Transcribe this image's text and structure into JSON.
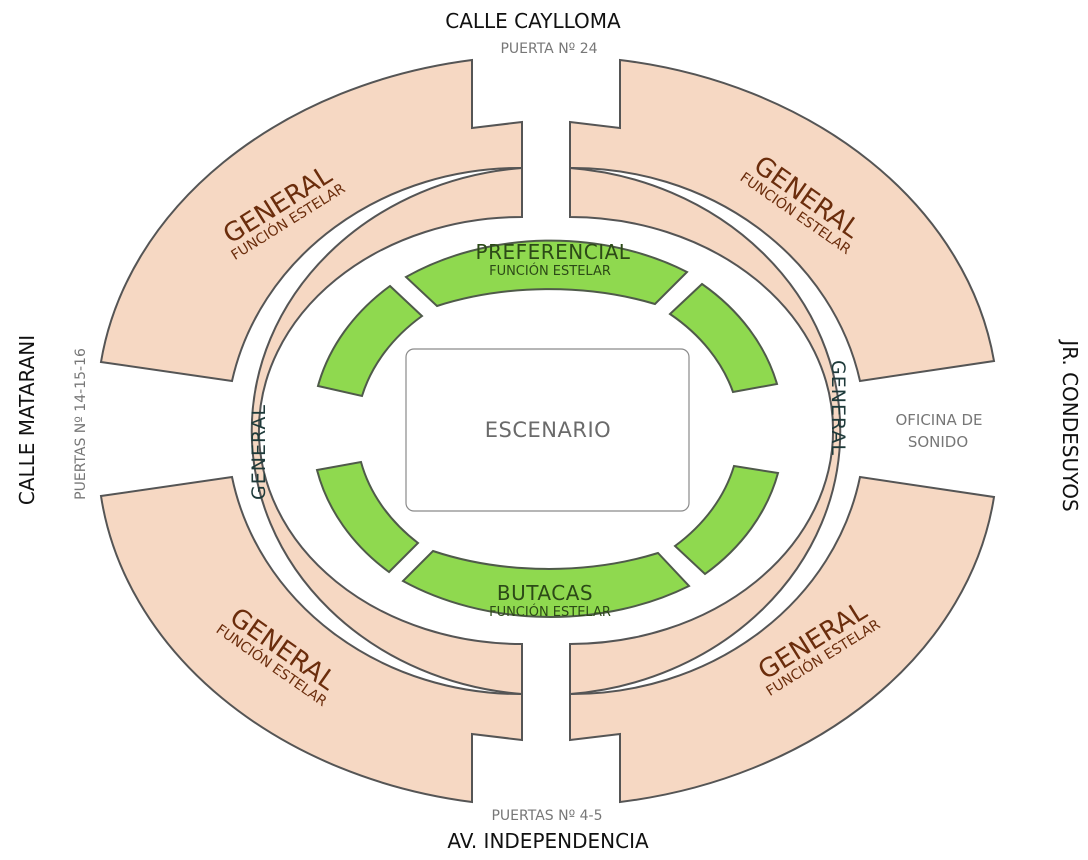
{
  "streets": {
    "top": "CALLE CAYLLOMA",
    "bottom": "AV. INDEPENDENCIA",
    "left": "CALLE MATARANI",
    "right": "JR. CONDESUYOS"
  },
  "gates": {
    "top": "PUERTA Nº 24",
    "bottom": "PUERTAS Nº 4-5",
    "left": "PUERTAS Nº 14-15-16"
  },
  "zones": {
    "outer": {
      "name": "GENERAL",
      "subtitle": "FUNCIÓN ESTELAR",
      "color": "#f6d8c3"
    },
    "ring": {
      "name": "GENERAL",
      "color": "#f6d8c3"
    },
    "preferencial": {
      "name": "PREFERENCIAL",
      "subtitle": "FUNCIÓN ESTELAR",
      "color": "#8fd94f"
    },
    "butacas": {
      "name": "BUTACAS",
      "subtitle": "FUNCIÓN ESTELAR",
      "color": "#8fd94f"
    }
  },
  "stage": {
    "label": "ESCENARIO"
  },
  "office": {
    "line1": "OFICINA DE",
    "line2": "SONIDO"
  }
}
